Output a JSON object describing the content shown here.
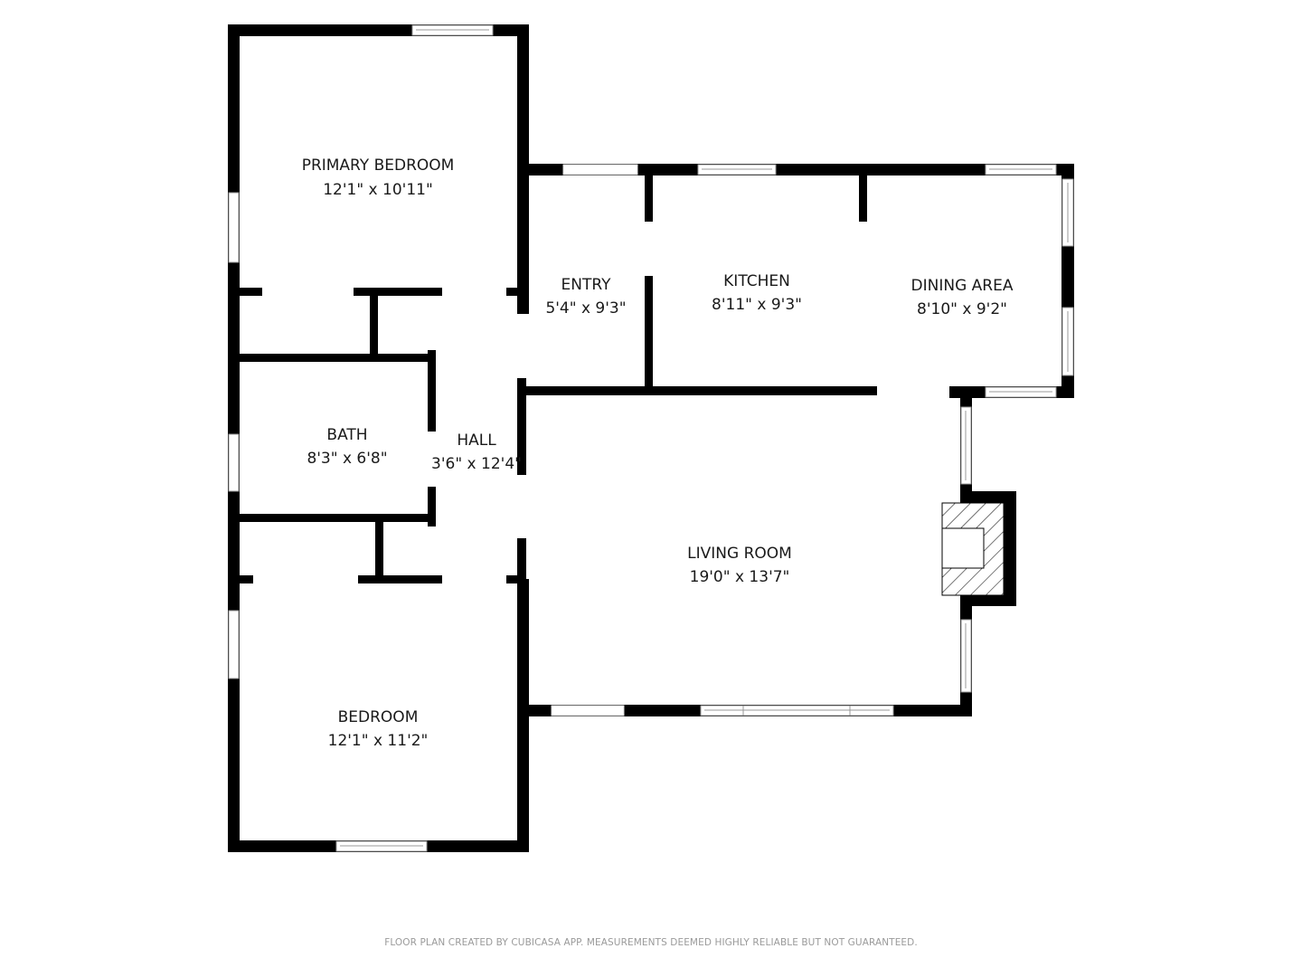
{
  "rooms": [
    {
      "name": "PRIMARY BEDROOM",
      "size": "12'1\" x 10'11\""
    },
    {
      "name": "ENTRY",
      "size": "5'4\" x 9'3\""
    },
    {
      "name": "KITCHEN",
      "size": "8'11\" x 9'3\""
    },
    {
      "name": "DINING AREA",
      "size": "8'10\" x 9'2\""
    },
    {
      "name": "BATH",
      "size": "8'3\" x 6'8\""
    },
    {
      "name": "HALL",
      "size": "3'6\" x 12'4\""
    },
    {
      "name": "LIVING ROOM",
      "size": "19'0\" x 13'7\""
    },
    {
      "name": "BEDROOM",
      "size": "12'1\" x 11'2\""
    }
  ],
  "footer": "FLOOR PLAN CREATED BY CUBICASA APP. MEASUREMENTS DEEMED HIGHLY RELIABLE BUT NOT GUARANTEED.",
  "colors": {
    "wall": "#000000",
    "background": "#ffffff",
    "footer_text": "#9a9a9a"
  }
}
